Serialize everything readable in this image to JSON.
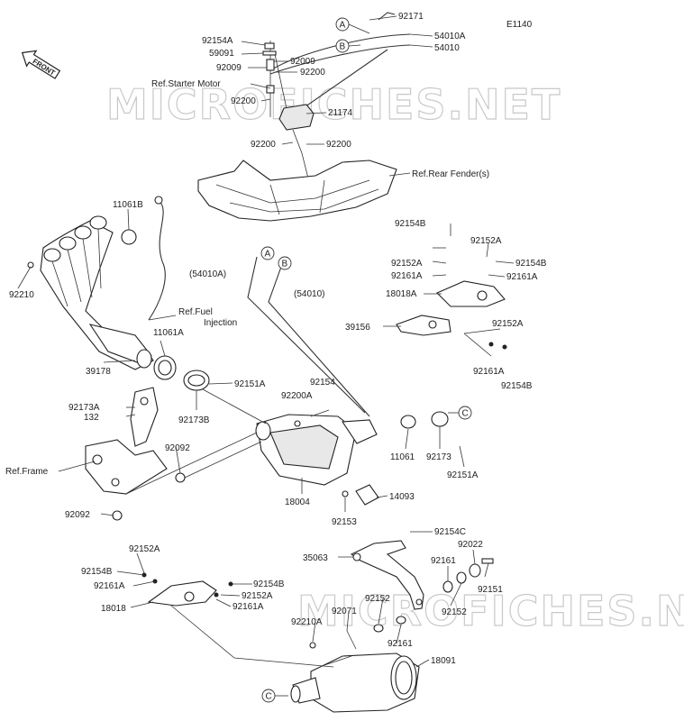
{
  "diagram_code": "E1140",
  "watermark": "MICROFICHES.NET",
  "front_badge": "FRONT",
  "callouts": {
    "A": "A",
    "B": "B",
    "C": "C"
  },
  "labels": [
    "92171",
    "54010A",
    "54010",
    "92154A",
    "59091",
    "92009",
    "92009",
    "92200",
    "Ref.Starter Motor",
    "92200",
    "21174",
    "92200",
    "92200",
    "Ref.Rear Fender(s)",
    "11061B",
    "92210",
    "Ref.Fuel",
    "Injection",
    "11061A",
    "39178",
    "(54010A)",
    "(54010)",
    "92154B",
    "92152A",
    "92161A",
    "92152A",
    "92154B",
    "92161A",
    "18018A",
    "39156",
    "92152A",
    "92161A",
    "92154B",
    "92151A",
    "92154",
    "92200A",
    "92173A",
    "132",
    "92173B",
    "92092",
    "Ref.Frame",
    "92092",
    "18004",
    "92153",
    "14093",
    "11061",
    "92173",
    "92151A",
    "92154C",
    "35063",
    "92022",
    "92161",
    "92151",
    "92152",
    "92152A",
    "92154B",
    "92161A",
    "92154B",
    "92152A",
    "92161A",
    "18018",
    "92152",
    "92071",
    "92210A",
    "92161",
    "18091"
  ]
}
